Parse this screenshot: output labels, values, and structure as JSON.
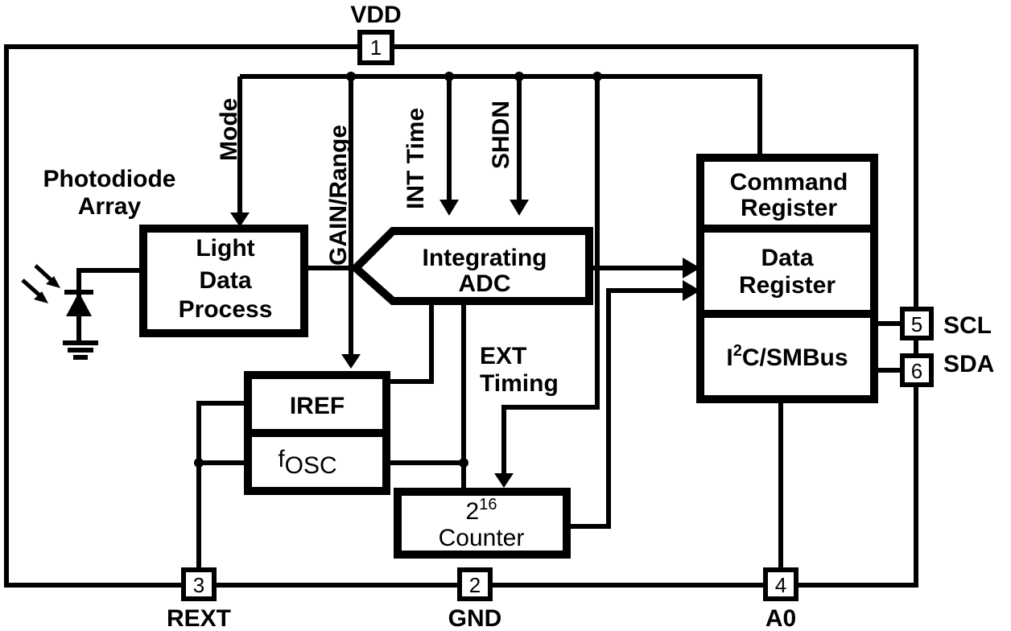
{
  "pins": {
    "vdd": {
      "number": "1",
      "name": "VDD"
    },
    "gnd": {
      "number": "2",
      "name": "GND"
    },
    "rext": {
      "number": "3",
      "name": "REXT"
    },
    "a0": {
      "number": "4",
      "name": "A0"
    },
    "scl": {
      "number": "5",
      "name": "SCL"
    },
    "sda": {
      "number": "6",
      "name": "SDA"
    }
  },
  "blocks": {
    "light_data_process": [
      "Light",
      "Data",
      "Process"
    ],
    "integrating_adc": [
      "Integrating",
      "ADC"
    ],
    "command_register": [
      "Command",
      "Register"
    ],
    "data_register": [
      "Data",
      "Register"
    ],
    "i2c_smbus": {
      "base": "I",
      "sup": "2",
      "rest": "C/SMBus"
    },
    "iref": "IREF",
    "fosc": {
      "base": "f",
      "sub": "OSC"
    },
    "counter": {
      "base": "2",
      "sup": "16",
      "label": "Counter"
    }
  },
  "signals": {
    "mode": "Mode",
    "gain_range": "GAIN/Range",
    "int_time": "INT Time",
    "shdn": "SHDN",
    "ext_timing": [
      "EXT",
      "Timing"
    ]
  },
  "labels": {
    "photodiode": [
      "Photodiode",
      "Array"
    ]
  }
}
